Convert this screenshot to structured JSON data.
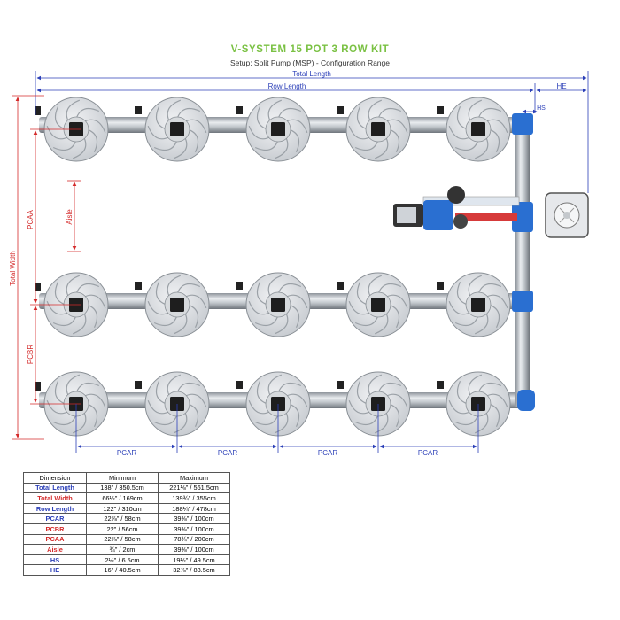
{
  "title": "V-SYSTEM 15 POT 3 ROW KIT",
  "subtitle": "Setup: Split Pump (MSP) - Configuration Range",
  "labels": {
    "total_length": "Total Length",
    "row_length": "Row Length",
    "he": "HE",
    "hs": "HS",
    "total_width": "Total Width",
    "pcaa": "PCAA",
    "pcbr": "PCBR",
    "aisle": "Aisle",
    "pcar": "PCAR"
  },
  "colors": {
    "blue_dim": "#2b3fb8",
    "red_dim": "#d42a2a",
    "title_green": "#7ac143"
  },
  "pots": {
    "rows": 3,
    "per_row": 5
  },
  "table": {
    "headers": [
      "Dimension",
      "Minimum",
      "Maximum"
    ],
    "rows": [
      {
        "name": "Total Length",
        "min": "138\" / 350.5cm",
        "max": "221⅛\" / 561.5cm",
        "color": "#2b3fb8"
      },
      {
        "name": "Total Width",
        "min": "66½\" / 169cm",
        "max": "139¾\" / 355cm",
        "color": "#d42a2a"
      },
      {
        "name": "Row Length",
        "min": "122\" / 310cm",
        "max": "188¼\" / 478cm",
        "color": "#2b3fb8"
      },
      {
        "name": "PCAR",
        "min": "22⅞\" / 58cm",
        "max": "39⅜\" / 100cm",
        "color": "#2b3fb8"
      },
      {
        "name": "PCBR",
        "min": "22\" / 56cm",
        "max": "39⅜\" / 100cm",
        "color": "#d42a2a"
      },
      {
        "name": "PCAA",
        "min": "22⅞\" / 58cm",
        "max": "78¾\" / 200cm",
        "color": "#d42a2a"
      },
      {
        "name": "Aisle",
        "min": "¾\" / 2cm",
        "max": "39⅜\" / 100cm",
        "color": "#d42a2a"
      },
      {
        "name": "HS",
        "min": "2½\" / 6.5cm",
        "max": "19½\" / 49.5cm",
        "color": "#2b3fb8"
      },
      {
        "name": "HE",
        "min": "16\" / 40.5cm",
        "max": "32⅞\" / 83.5cm",
        "color": "#2b3fb8"
      }
    ]
  }
}
